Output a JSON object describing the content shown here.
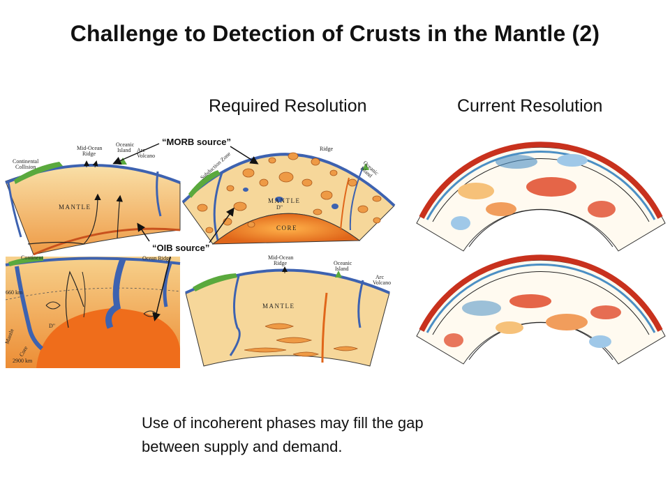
{
  "slide": {
    "title": "Challenge to Detection of Crusts in the Mantle (2)",
    "heading_required": "Required Resolution",
    "heading_current": "Current Resolution",
    "caption_line1": "Use of incoherent phases may fill the gap",
    "caption_line2": "between supply and demand."
  },
  "panels": {
    "callout_morb": "“MORB source”",
    "callout_oib": "“OIB source”",
    "p1": {
      "mantle": "MANTLE",
      "continental": "Continental",
      "collision": "Collision",
      "mid_ocean_1": "Mid-Ocean",
      "ridge_1": "Ridge",
      "oceanic": "Oceanic",
      "island": "Island",
      "arc": "Arc",
      "volcano": "Volcano"
    },
    "p2": {
      "subduction": "Subduction Zone",
      "ridge": "Ridge",
      "oceanic": "Oceanic",
      "island": "Island",
      "mantle": "MANTLE",
      "d2": "D\"",
      "core": "CORE"
    },
    "p3": {
      "continent": "Continent",
      "ocean_ridge": "Ocean Ridge",
      "d2": "D\"",
      "mantle": "Mantle",
      "core": "Core",
      "km660": "660 km",
      "km2900": "2900 km"
    },
    "p4": {
      "mid_ocean": "Mid-Ocean",
      "ridge": "Ridge",
      "oceanic": "Oceanic",
      "island": "Island",
      "arc": "Arc",
      "volcano": "Volcano",
      "mantle": "MANTLE"
    }
  },
  "colors": {
    "mantle_light": "#f6d79a",
    "mantle_orange": "#ef9a3a",
    "core_orange": "#f07a1f",
    "slab_blue": "#3d62b0",
    "continent_green": "#5aa93d",
    "tomo_red": "#c8311d",
    "tomo_blue": "#4b8fc4"
  }
}
